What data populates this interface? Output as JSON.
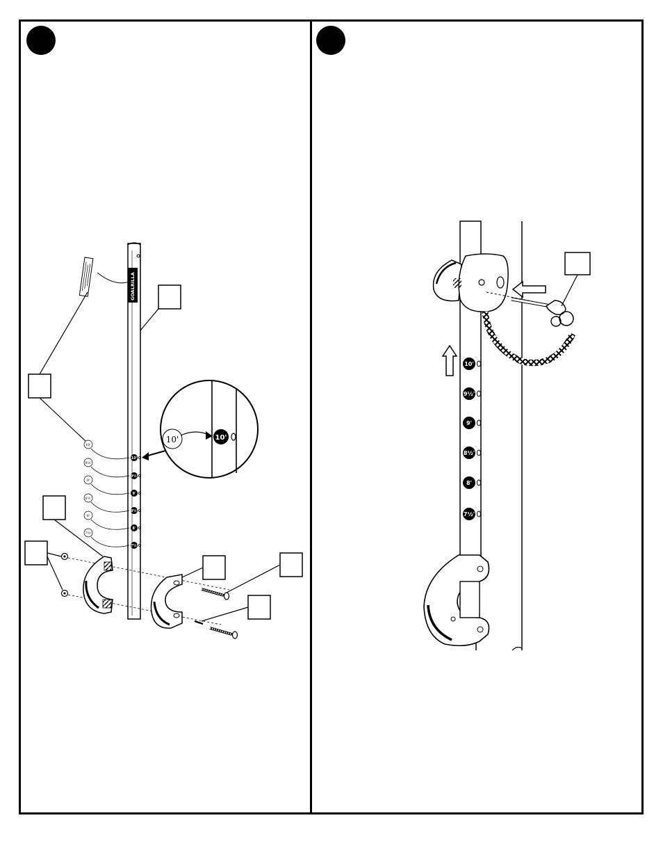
{
  "steps": [
    {
      "id": "step-left"
    },
    {
      "id": "step-right"
    }
  ],
  "left_panel": {
    "decal_brand": "GOALRILLA",
    "magnified_sticker": "10'",
    "magnified_hole_label": "10'",
    "pole_labels": [
      "10'",
      "9½'",
      "9'",
      "8½'",
      "8'",
      "7½'"
    ],
    "sticker_labels": [
      "10'",
      "9½'",
      "9'",
      "8½'",
      "8'",
      "7½'"
    ]
  },
  "right_panel": {
    "height_labels": [
      "10'",
      "9½'",
      "9'",
      "8½'",
      "8'",
      "7½'"
    ]
  }
}
